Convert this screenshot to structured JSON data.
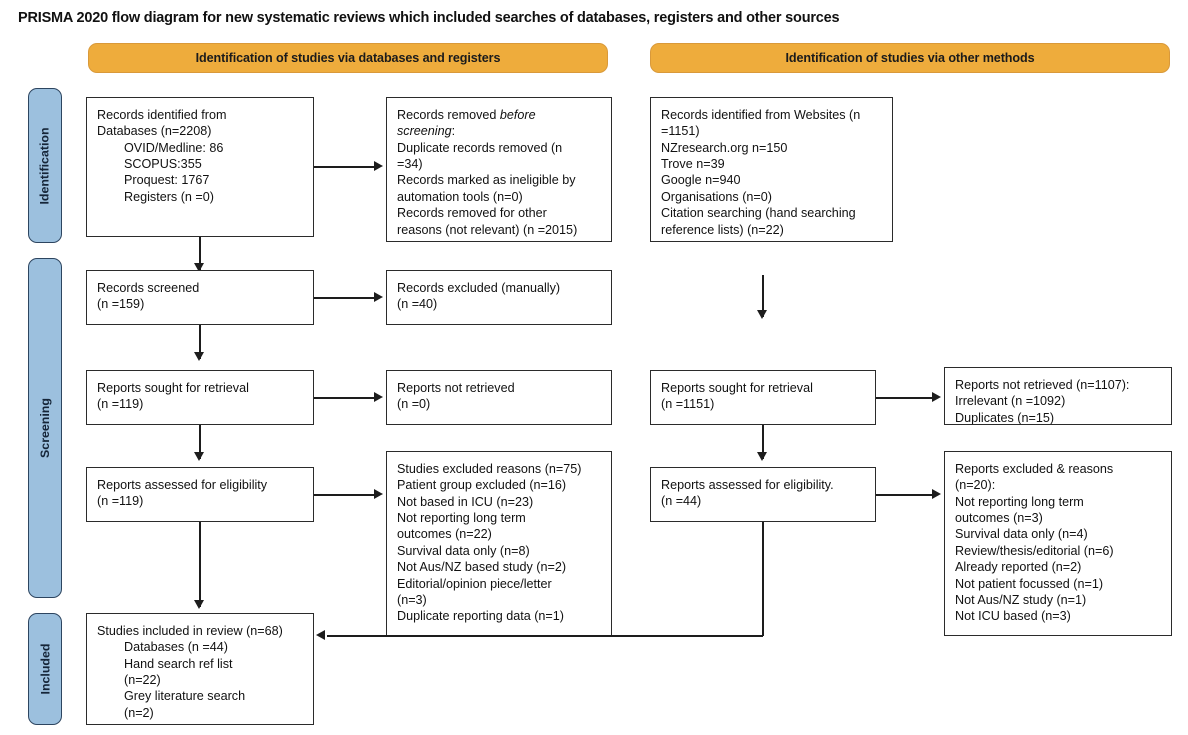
{
  "title": "PRISMA 2020 flow diagram for new systematic reviews which included searches of databases, registers and other sources",
  "colors": {
    "banner_fill": "#eeac3c",
    "banner_border": "#d9993a",
    "stage_fill": "#9cc0de",
    "stage_border": "#2d4560",
    "box_border": "#2b2b2b",
    "connector": "#1d1d1d",
    "page_background": "#ffffff",
    "text": "#111111"
  },
  "banners": {
    "left": "Identification of studies via databases and registers",
    "right": "Identification of studies via other methods"
  },
  "stages": {
    "identification": "Identification",
    "screening": "Screening",
    "included": "Included"
  },
  "boxes": {
    "records_identified": {
      "lines": [
        {
          "text": "Records identified from",
          "indent": false
        },
        {
          "text": "Databases (n=2208)",
          "indent": false
        },
        {
          "text": "OVID/Medline: 86",
          "indent": true
        },
        {
          "text": "SCOPUS:355",
          "indent": true
        },
        {
          "text": "Proquest: 1767",
          "indent": true
        },
        {
          "text": "Registers (n =0)",
          "indent": true
        }
      ]
    },
    "records_removed": {
      "lines": [
        {
          "text": "Records removed ",
          "indent": false,
          "italic_tail": "before"
        },
        {
          "text": "screening",
          "indent": false,
          "italic": true,
          "tail": ":"
        },
        {
          "text": "Duplicate records removed (n",
          "indent": false
        },
        {
          "text": "=34)",
          "indent": false
        },
        {
          "text": "Records marked as ineligible by",
          "indent": false
        },
        {
          "text": "automation tools (n=0)",
          "indent": false
        },
        {
          "text": "Records removed for other",
          "indent": false
        },
        {
          "text": "reasons (not relevant) (n =2015)",
          "indent": false
        }
      ]
    },
    "records_identified_other": {
      "lines": [
        {
          "text": "Records identified from Websites (n",
          "indent": false
        },
        {
          "text": "=1151)",
          "indent": false
        },
        {
          "text": "NZresearch.org n=150",
          "indent": false
        },
        {
          "text": "Trove n=39",
          "indent": false
        },
        {
          "text": "Google n=940",
          "indent": false
        },
        {
          "text": "Organisations (n=0)",
          "indent": false
        },
        {
          "text": "Citation searching (hand searching",
          "indent": false
        },
        {
          "text": "reference lists) (n=22)",
          "indent": false
        }
      ]
    },
    "records_screened": {
      "lines": [
        {
          "text": "Records screened",
          "indent": false
        },
        {
          "text": "(n =159)",
          "indent": false
        }
      ]
    },
    "records_excluded": {
      "lines": [
        {
          "text": "Records excluded (manually)",
          "indent": false
        },
        {
          "text": "(n =40)",
          "indent": false
        }
      ]
    },
    "reports_sought_left": {
      "lines": [
        {
          "text": "Reports sought for retrieval",
          "indent": false
        },
        {
          "text": "(n =119)",
          "indent": false
        }
      ]
    },
    "reports_not_retrieved_left": {
      "lines": [
        {
          "text": "Reports not retrieved",
          "indent": false
        },
        {
          "text": "(n =0)",
          "indent": false
        }
      ]
    },
    "reports_sought_right": {
      "lines": [
        {
          "text": "Reports sought for retrieval",
          "indent": false
        },
        {
          "text": "(n =1151)",
          "indent": false
        }
      ]
    },
    "reports_not_retrieved_right": {
      "lines": [
        {
          "text": "Reports not retrieved (n=1107):",
          "indent": false
        },
        {
          "text": "Irrelevant (n =1092)",
          "indent": false
        },
        {
          "text": "Duplicates (n=15)",
          "indent": false
        }
      ]
    },
    "reports_assessed_left": {
      "lines": [
        {
          "text": "Reports assessed for eligibility",
          "indent": false
        },
        {
          "text": "(n =119)",
          "indent": false
        }
      ]
    },
    "studies_excluded_left": {
      "lines": [
        {
          "text": "Studies excluded reasons (n=75)",
          "indent": false
        },
        {
          "text": "Patient group excluded (n=16)",
          "indent": false
        },
        {
          "text": "Not based in ICU (n=23)",
          "indent": false
        },
        {
          "text": "Not reporting long term",
          "indent": false
        },
        {
          "text": "outcomes (n=22)",
          "indent": false
        },
        {
          "text": "Survival data only (n=8)",
          "indent": false
        },
        {
          "text": "Not Aus/NZ based study (n=2)",
          "indent": false
        },
        {
          "text": "Editorial/opinion piece/letter",
          "indent": false
        },
        {
          "text": "(n=3)",
          "indent": false
        },
        {
          "text": "Duplicate reporting data (n=1)",
          "indent": false
        }
      ]
    },
    "reports_assessed_right": {
      "lines": [
        {
          "text": "Reports assessed for eligibility.",
          "indent": false
        },
        {
          "text": "(n =44)",
          "indent": false
        }
      ]
    },
    "reports_excluded_right": {
      "lines": [
        {
          "text": "Reports excluded & reasons",
          "indent": false
        },
        {
          "text": "(n=20):",
          "indent": false
        },
        {
          "text": "Not reporting long term",
          "indent": false
        },
        {
          "text": "outcomes (n=3)",
          "indent": false
        },
        {
          "text": "Survival data only (n=4)",
          "indent": false
        },
        {
          "text": "Review/thesis/editorial (n=6)",
          "indent": false
        },
        {
          "text": "Already reported (n=2)",
          "indent": false
        },
        {
          "text": "Not patient focussed (n=1)",
          "indent": false
        },
        {
          "text": "Not Aus/NZ study (n=1)",
          "indent": false
        },
        {
          "text": "Not ICU based (n=3)",
          "indent": false
        }
      ]
    },
    "studies_included": {
      "lines": [
        {
          "text": "Studies included in review (n=68)",
          "indent": false
        },
        {
          "text": "Databases (n =44)",
          "indent": true
        },
        {
          "text": "Hand search ref list",
          "indent": true
        },
        {
          "text": "(n=22)",
          "indent": true
        },
        {
          "text": "Grey literature search",
          "indent": true
        },
        {
          "text": "(n=2)",
          "indent": true
        }
      ]
    }
  }
}
